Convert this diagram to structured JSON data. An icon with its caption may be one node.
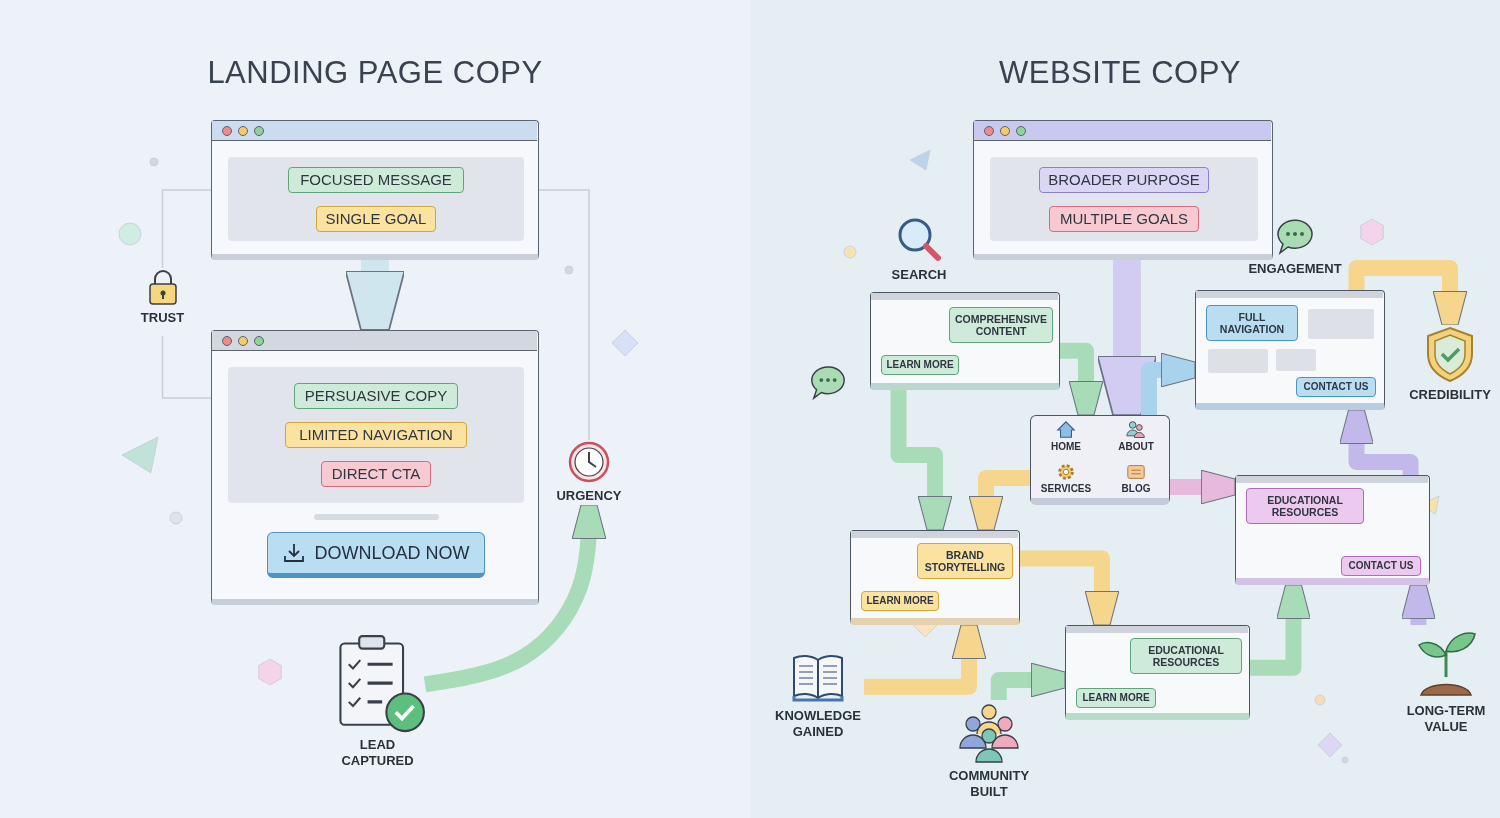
{
  "diagram": {
    "nodes": [
      {
        "text": [],
        "shape": "box"
      },
      {
        "text": [
          "FOCUSED MESSAGE"
        ],
        "in": 0
      },
      {
        "text": [
          "SINGLE GOAL"
        ],
        "in": 0
      },
      {
        "text": [],
        "shape": "box"
      },
      {
        "text": [
          "PERSUASIVE COPY"
        ],
        "in": 3
      },
      {
        "text": [
          "LIMITED NAVIGATION"
        ],
        "in": 3
      },
      {
        "text": [
          "DIRECT CTA"
        ],
        "in": 3
      },
      {
        "text": [
          "DOWNLOAD NOW"
        ],
        "in": 3
      },
      {
        "text": [
          "TRUST"
        ]
      },
      {
        "text": [
          "URGENCY"
        ]
      },
      {
        "text": [
          "LEAD CAPTURED"
        ]
      },
      {
        "text": [],
        "shape": "box"
      },
      {
        "text": [
          "BROADER PURPOSE"
        ],
        "in": 11
      },
      {
        "text": [
          "MULTIPLE GOALS"
        ],
        "in": 11
      },
      {
        "text": [],
        "shape": "box"
      },
      {
        "text": [
          "COMPREHENSIVE CONTENT"
        ],
        "in": 14
      },
      {
        "text": [
          "LEARN MORE"
        ],
        "in": 14
      },
      {
        "text": [
          "HOME",
          "ABOUT",
          "SERVICES",
          "BLOG"
        ]
      },
      {
        "text": [],
        "shape": "box"
      },
      {
        "text": [
          "FULL NAVIGATION"
        ],
        "in": 18
      },
      {
        "text": [
          "CONTACT US"
        ],
        "in": 18
      },
      {
        "text": [],
        "shape": "box"
      },
      {
        "text": [
          "BRAND STORYTELLING"
        ],
        "in": 21
      },
      {
        "text": [
          "LEARN MORE"
        ],
        "in": 21
      },
      {
        "text": [],
        "shape": "box"
      },
      {
        "text": [
          "EDUCATIONAL RESOURCES"
        ],
        "in": 24
      },
      {
        "text": [
          "CONTACT US"
        ],
        "in": 24
      },
      {
        "text": [],
        "shape": "box"
      },
      {
        "text": [
          "EDUCATIONAL RESOURCES"
        ],
        "in": 27
      },
      {
        "text": [
          "LEARN MORE"
        ],
        "in": 27
      },
      {
        "text": [
          "SEARCH"
        ]
      },
      {
        "text": [
          "ENGAGEMENT"
        ]
      },
      {
        "text": [
          "CREDIBILITY"
        ]
      },
      {
        "text": [
          "KNOWLEDGE GAINED"
        ]
      },
      {
        "text": [
          "COMMUNITY BUILT"
        ]
      },
      {
        "text": [
          "LONG-TERM VALUE"
        ]
      }
    ],
    "edges": [
      {
        "from": 0,
        "to": 3,
        "arrow": "to",
        "color": "#cfe6ee"
      },
      {
        "from": 8,
        "to": 0,
        "arrow": "none"
      },
      {
        "from": 8,
        "to": 3,
        "arrow": "none"
      },
      {
        "from": 9,
        "to": 0,
        "arrow": "none"
      },
      {
        "from": 10,
        "to": 9,
        "arrow": "to",
        "color": "#a8dcb9"
      },
      {
        "from": 11,
        "to": 17,
        "arrow": "to",
        "color": "#d2ccf2"
      },
      {
        "from": 14,
        "to": 17,
        "arrow": "to",
        "color": "#a8dcb9"
      },
      {
        "from": 14,
        "to": 21,
        "arrow": "to",
        "color": "#a8dcb9"
      },
      {
        "from": 17,
        "to": 18,
        "arrow": "to",
        "color": "#a9d2ec"
      },
      {
        "from": 17,
        "to": 21,
        "arrow": "to",
        "color": "#f6d58c"
      },
      {
        "from": 17,
        "to": 24,
        "arrow": "to",
        "color": "#e6b9dd"
      },
      {
        "from": 21,
        "to": 27,
        "arrow": "to",
        "color": "#f6d58c"
      },
      {
        "from": 27,
        "to": 24,
        "arrow": "to",
        "color": "#a8dcb9"
      },
      {
        "from": 24,
        "to": 18,
        "arrow": "to",
        "color": "#c3b8ea"
      },
      {
        "from": 18,
        "to": 32,
        "arrow": "to",
        "color": "#f6d58c"
      },
      {
        "from": 33,
        "to": 21,
        "arrow": "to",
        "color": "#f6d58c"
      },
      {
        "from": 34,
        "to": 27,
        "arrow": "to",
        "color": "#a8dcb9"
      },
      {
        "from": 35,
        "to": 24,
        "arrow": "to",
        "color": "#c3b8ea"
      }
    ],
    "labels": [
      "LANDING PAGE COPY",
      "WEBSITE COPY"
    ]
  }
}
